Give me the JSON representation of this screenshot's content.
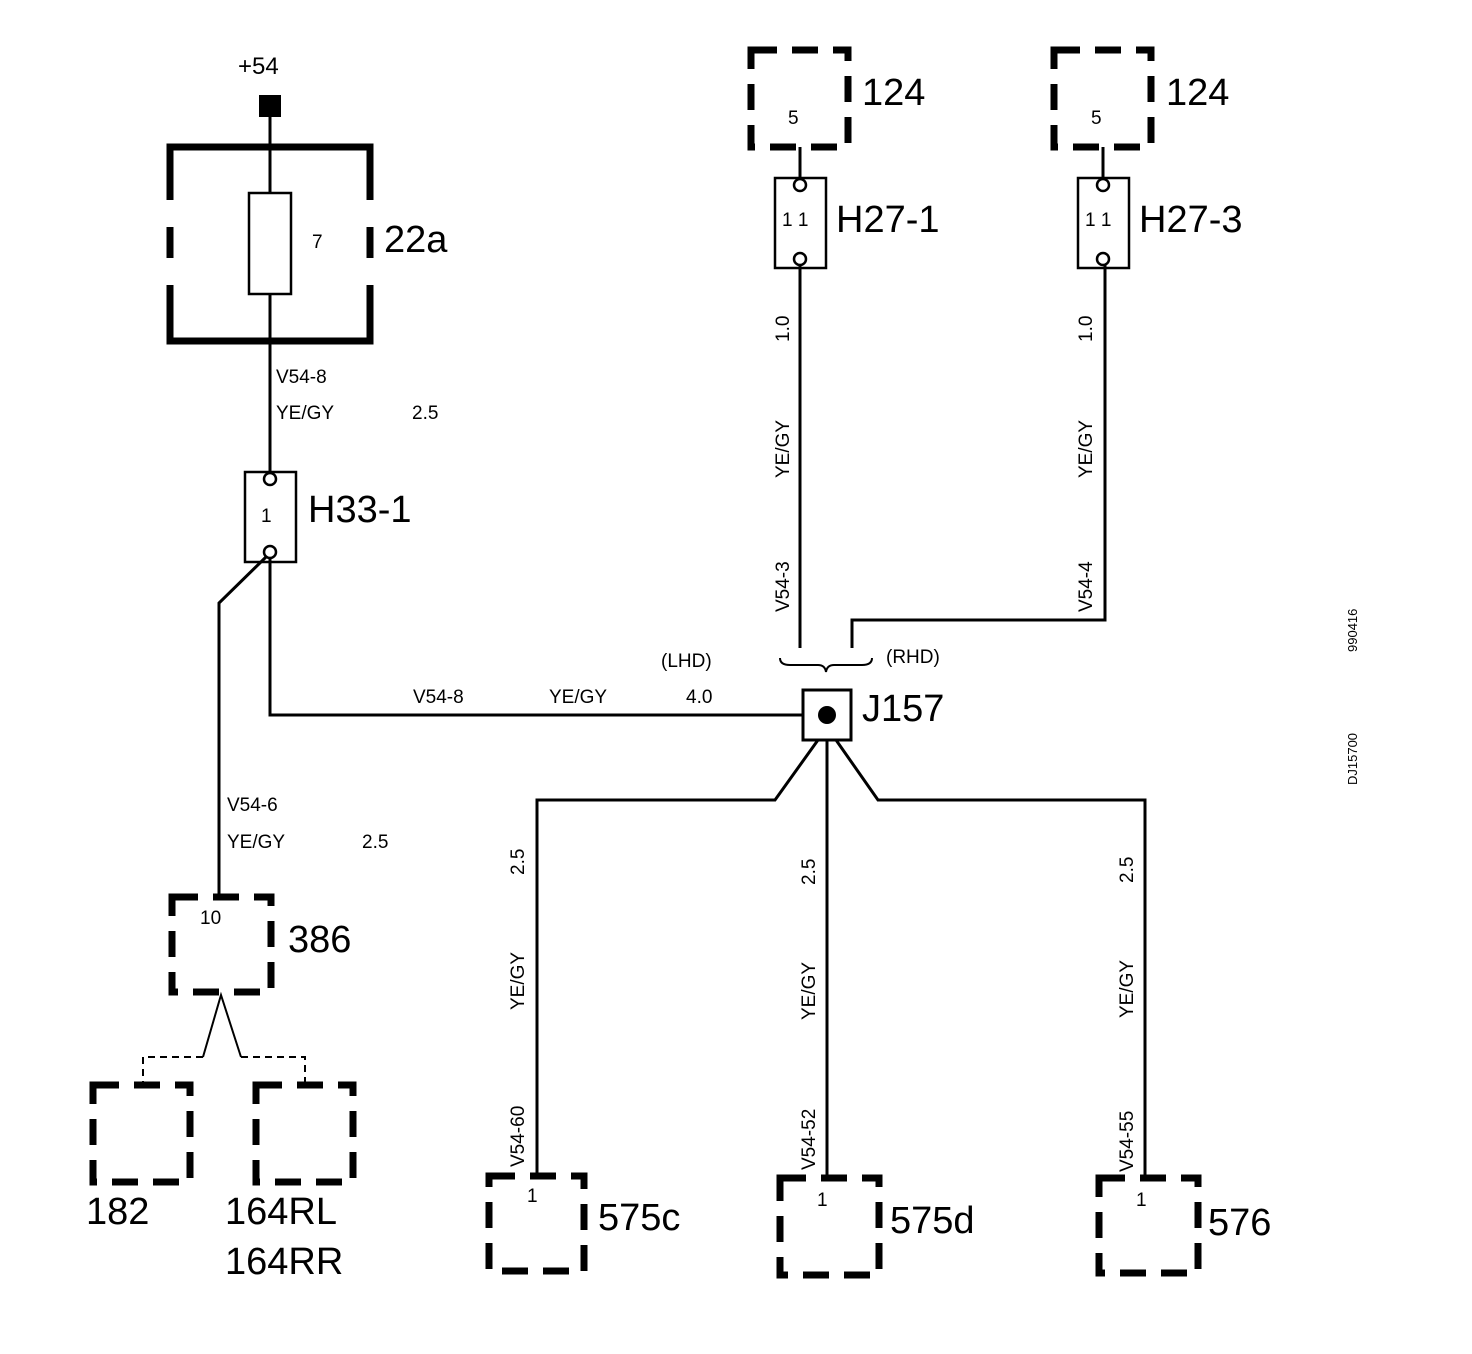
{
  "supply": {
    "label": "+54"
  },
  "fuse": {
    "number": "7",
    "box_label": "22a"
  },
  "wire_v54_8_top": {
    "id": "V54-8",
    "color": "YE/GY",
    "size": "2.5"
  },
  "h33_1": {
    "label": "H33-1",
    "pin": "1"
  },
  "wire_v54_6": {
    "id": "V54-6",
    "color": "YE/GY",
    "size": "2.5"
  },
  "unit_386": {
    "label": "386",
    "pin": "10"
  },
  "unit_182": {
    "label": "182"
  },
  "unit_164": {
    "label_1": "164RL",
    "label_2": "164RR"
  },
  "main_wire": {
    "id": "V54-8",
    "color": "YE/GY",
    "size": "4.0"
  },
  "variants": {
    "lhd": "(LHD)",
    "rhd": "(RHD)"
  },
  "j157": {
    "label": "J157"
  },
  "unit_124_left": {
    "label": "124",
    "pin": "5"
  },
  "unit_124_right": {
    "label": "124",
    "pin": "5"
  },
  "h27_1": {
    "label": "H27-1",
    "pin": "1 1"
  },
  "h27_3": {
    "label": "H27-3",
    "pin": "1 1"
  },
  "wire_v54_3": {
    "id": "V54-3",
    "color": "YE/GY",
    "size": "1.0"
  },
  "wire_v54_4": {
    "id": "V54-4",
    "color": "YE/GY",
    "size": "1.0"
  },
  "wire_v54_60": {
    "id": "V54-60",
    "color": "YE/GY",
    "size": "2.5"
  },
  "wire_v54_52": {
    "id": "V54-52",
    "color": "YE/GY",
    "size": "2.5"
  },
  "wire_v54_55": {
    "id": "V54-55",
    "color": "YE/GY",
    "size": "2.5"
  },
  "unit_575c": {
    "label": "575c",
    "pin": "1"
  },
  "unit_575d": {
    "label": "575d",
    "pin": "1"
  },
  "unit_576": {
    "label": "576",
    "pin": "1"
  },
  "margin_codes": {
    "code_1": "990416",
    "code_2": "DJ15700"
  }
}
